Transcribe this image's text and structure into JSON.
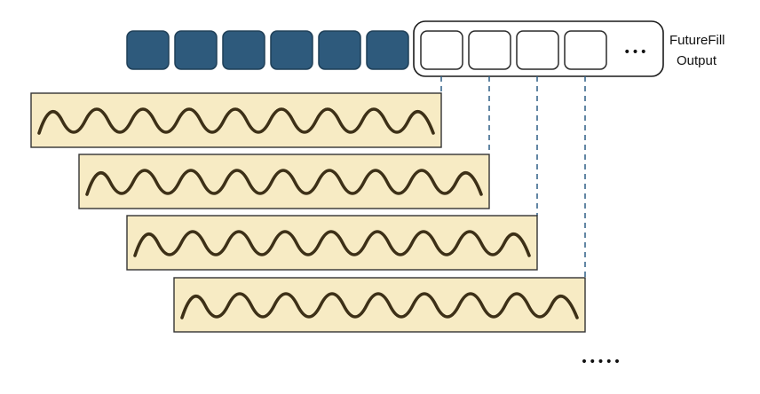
{
  "diagram": {
    "label_line1": "FutureFill",
    "label_line2": "Output",
    "ellipsis_right": "•••",
    "ellipsis_bottom": "•••••",
    "filled_cell_count": 6,
    "output_cell_count": 4,
    "wave_strip_count": 4,
    "colors": {
      "filled_cell": "#2e5a7c",
      "filled_cell_border": "#1f3f57",
      "empty_cell_border": "#2a2a2a",
      "strip_fill": "#f7ebc4",
      "strip_border": "#333333",
      "wave": "#3d3017",
      "connector": "#2f5f86"
    }
  }
}
